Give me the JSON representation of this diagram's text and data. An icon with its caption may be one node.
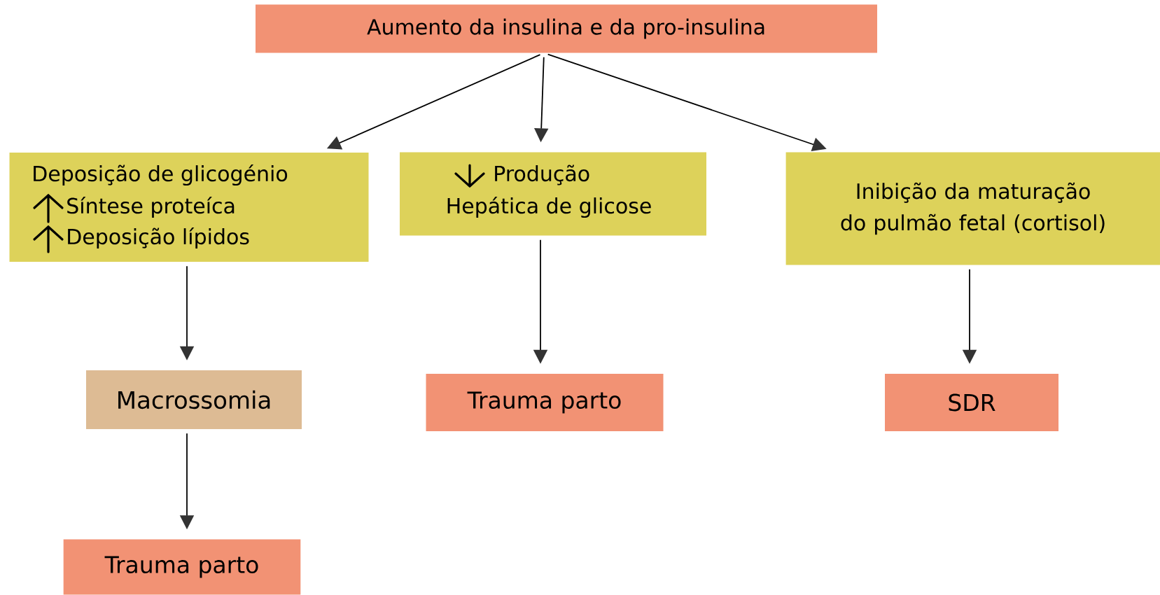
{
  "diagram": {
    "nodes": [
      {
        "text": [
          "Aumento da insulina e da pro-insulina"
        ]
      },
      {
        "text": [
          "Deposição de glicogénio",
          "Síntese proteíca",
          "Deposição lípidos"
        ]
      },
      {
        "text": [
          "Produção",
          "Hepática de glicose"
        ]
      },
      {
        "text": [
          "Inibição da maturação do pulmão fetal (cortisol)"
        ]
      },
      {
        "text": [
          "Macrossomia"
        ]
      },
      {
        "text": [
          "Trauma parto"
        ]
      },
      {
        "text": [
          "Trauma parto"
        ]
      },
      {
        "text": [
          "SDR"
        ]
      }
    ],
    "edges": [
      {
        "from": 0,
        "to": 1,
        "arrow": "to"
      },
      {
        "from": 0,
        "to": 2,
        "arrow": "to"
      },
      {
        "from": 0,
        "to": 3,
        "arrow": "to"
      },
      {
        "from": 1,
        "to": 4,
        "arrow": "to"
      },
      {
        "from": 4,
        "to": 5,
        "arrow": "to"
      },
      {
        "from": 2,
        "to": 6,
        "arrow": "to"
      },
      {
        "from": 3,
        "to": 7,
        "arrow": "to"
      }
    ]
  }
}
